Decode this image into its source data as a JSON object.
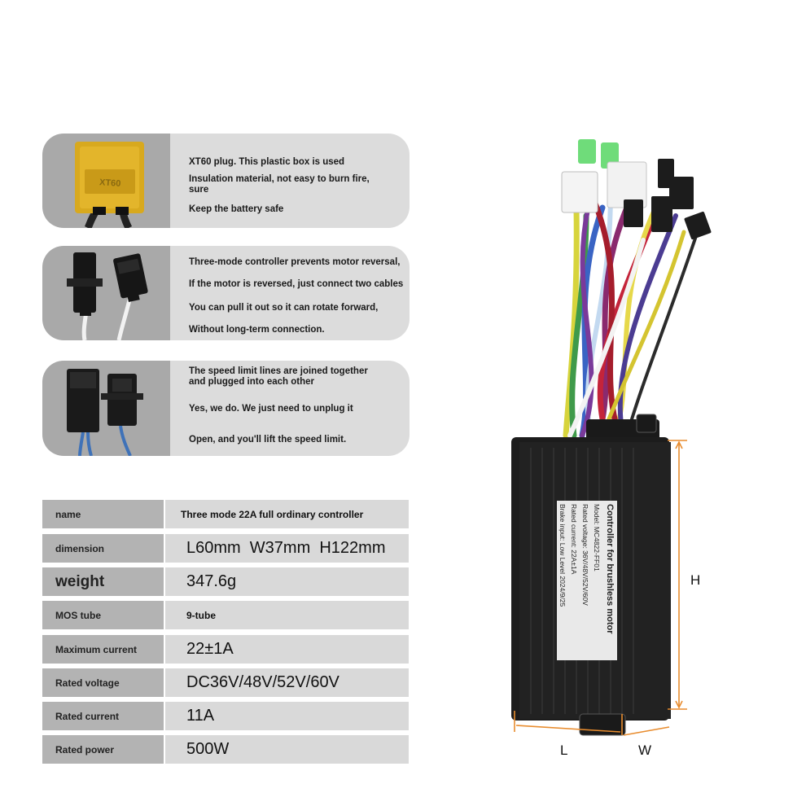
{
  "features": [
    {
      "icon": "xt60-plug-icon",
      "connector_label": "XT60",
      "lines": [
        "XT60 plug. This plastic box is used",
        "Insulation material, not easy to burn fire, sure",
        "Keep the battery safe"
      ]
    },
    {
      "icon": "motor-connector-icon",
      "lines": [
        "Three-mode controller prevents motor reversal,",
        "If the motor is reversed, just connect two cables",
        "You can pull it out so it can rotate forward,",
        "Without long-term connection."
      ]
    },
    {
      "icon": "speed-limit-connector-icon",
      "lines": [
        "The speed limit lines are joined together and plugged into each other",
        "Yes, we do. We just need to unplug it",
        "Open, and you'll lift the speed limit."
      ]
    }
  ],
  "specs": [
    {
      "name": "name",
      "value": "Three mode 22A full ordinary controller"
    },
    {
      "name": "dimension",
      "value": "L60mm  W37mm  H122mm"
    },
    {
      "name": "weight",
      "value": "347.6g"
    },
    {
      "name": "MOS tube",
      "value": "9-tube"
    },
    {
      "name": "Maximum current",
      "value": "22±1A"
    },
    {
      "name": "Rated voltage",
      "value": "DC36V/48V/52V/60V"
    },
    {
      "name": "Rated current",
      "value": "11A"
    },
    {
      "name": "Rated power",
      "value": "500W"
    }
  ],
  "product": {
    "label_title": "Controller for brushless motor",
    "label_lines": [
      "Model: MC4822-FF01",
      "Rated voltage: 36V/48V/52V/60V",
      "Rated current: 22A±1A",
      "Brake input: Low Level   2024/9/25"
    ],
    "dimensions": {
      "height": "H",
      "length": "L",
      "width": "W"
    },
    "accent_color": "#e88c2e",
    "body_color": "#1c1c1c"
  }
}
